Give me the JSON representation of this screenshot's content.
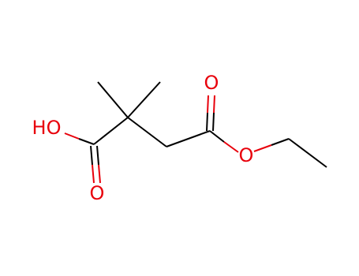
{
  "colors": {
    "carbon": "#000000",
    "oxygen": "#e8000b",
    "background": "#ffffff"
  },
  "atoms": {
    "hydroxyl": "HO",
    "acid_carbonyl_oxygen": "O",
    "ester_carbonyl_oxygen": "O",
    "ester_oxygen": "O"
  }
}
